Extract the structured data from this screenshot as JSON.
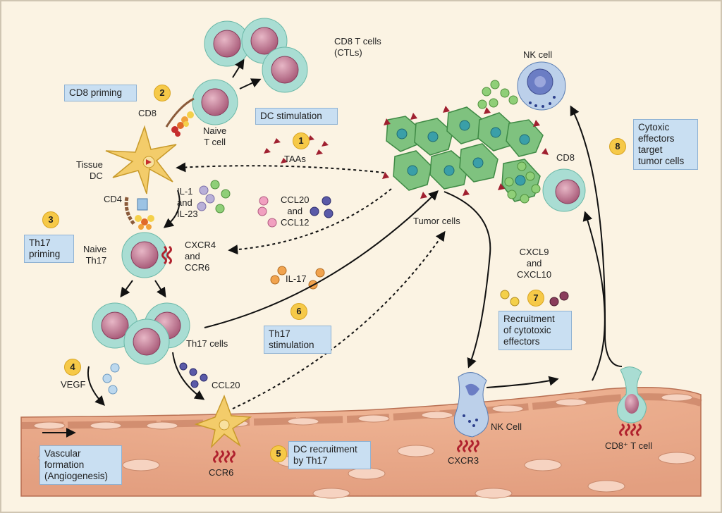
{
  "steps": [
    {
      "number": "1",
      "label": "DC stimulation",
      "sublabel": "TAAs"
    },
    {
      "number": "2",
      "label": "CD8 priming"
    },
    {
      "number": "3",
      "label": "Th17\npriming"
    },
    {
      "number": "4",
      "label": "VEGF"
    },
    {
      "number": "5",
      "label": "DC recruitment\nby Th17"
    },
    {
      "number": "6",
      "label": "Th17\nstimulation"
    },
    {
      "number": "7",
      "label": "Recruitment\nof cytotoxic\neffectors"
    },
    {
      "number": "8",
      "label": "Cytoxic\neffectors\ntarget\ntumor cells"
    }
  ],
  "cells": {
    "cd8_t_cells": "CD8 T cells\n(CTLs)",
    "naive_t_cell": "Naive\nT cell",
    "cd8_receptor": "CD8",
    "tissue_dc": "Tissue\nDC",
    "cd4_receptor": "CD4",
    "naive_th17": "Naive\nTh17",
    "th17_cells": "Th17 cells",
    "tumor_cells": "Tumor cells",
    "nk_cell_top": "NK cell",
    "cd8_right": "CD8",
    "nk_cell_bottom": "NK Cell",
    "cd8_t_cell_bottom": "CD8⁺ T cell",
    "vascular_formation": "Vascular\nformation\n(Angiogenesis)"
  },
  "molecules": {
    "il1_il23": "IL-1\nand\nIL-23",
    "ccl20_ccl12": "CCL20\nand\nCCL12",
    "cxcr4_ccr6": "CXCR4\nand\nCCR6",
    "il17": "IL-17",
    "cxcl9_cxcl10": "CXCL9\nand\nCXCL10",
    "ccl20": "CCL20",
    "ccr6": "CCR6",
    "cxcr3": "CXCR3"
  },
  "colors": {
    "background": "#fbf3e3",
    "label_box": "#c9dff2",
    "step_badge": "#f6c948",
    "t_cell_membrane": "#a9ddd3",
    "t_cell_nucleus": "#b46a86",
    "tumor_cell": "#7fc27f",
    "dendritic_cell": "#f3cc6a",
    "tissue": "#e9a98a",
    "receptor_red": "#b0222e",
    "nk_cell": "#bcd0ea"
  }
}
